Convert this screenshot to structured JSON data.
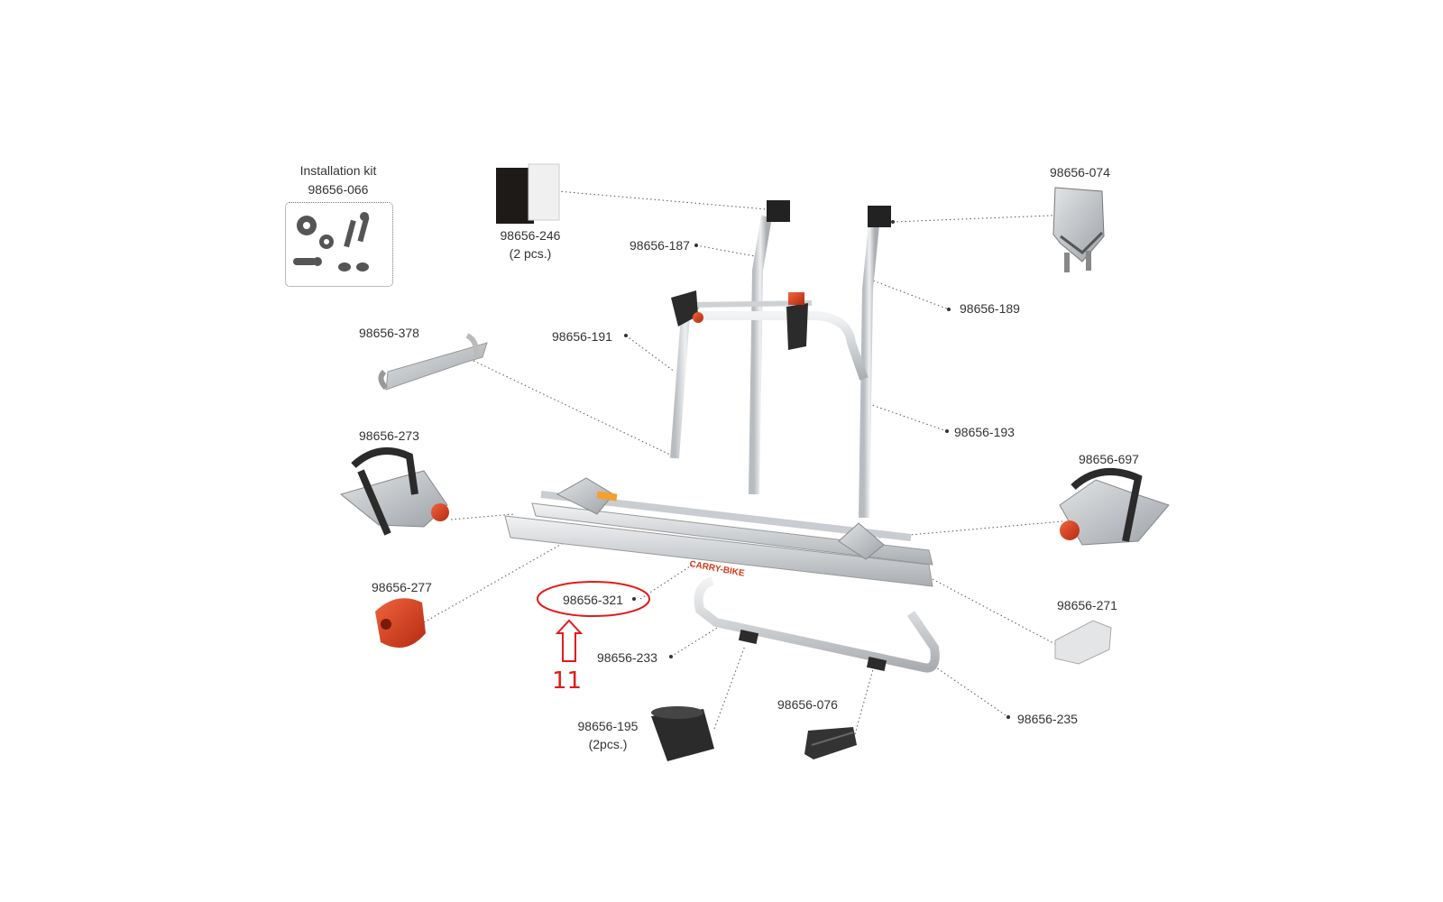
{
  "install_kit": {
    "title": "Installation kit",
    "code": "98656-066"
  },
  "parts": {
    "p246": {
      "code": "98656-246",
      "note": "(2 pcs.)"
    },
    "p074": {
      "code": "98656-074"
    },
    "p187": {
      "code": "98656-187"
    },
    "p189": {
      "code": "98656-189"
    },
    "p378": {
      "code": "98656-378"
    },
    "p191": {
      "code": "98656-191"
    },
    "p193": {
      "code": "98656-193"
    },
    "p273": {
      "code": "98656-273"
    },
    "p697": {
      "code": "98656-697"
    },
    "p277": {
      "code": "98656-277"
    },
    "p321": {
      "code": "98656-321"
    },
    "p271": {
      "code": "98656-271"
    },
    "p233": {
      "code": "98656-233"
    },
    "p076": {
      "code": "98656-076"
    },
    "p195": {
      "code": "98656-195",
      "note": "(2pcs.)"
    },
    "p235": {
      "code": "98656-235"
    }
  },
  "product_decal": "CARRY-BIKE",
  "annotation": {
    "number": "11",
    "color": "#e41a1a"
  },
  "colors": {
    "aluminium": "#d4d6d8",
    "accent_red": "#d83a1e",
    "dark_part": "#2b2b2b",
    "leader": "#555555"
  }
}
